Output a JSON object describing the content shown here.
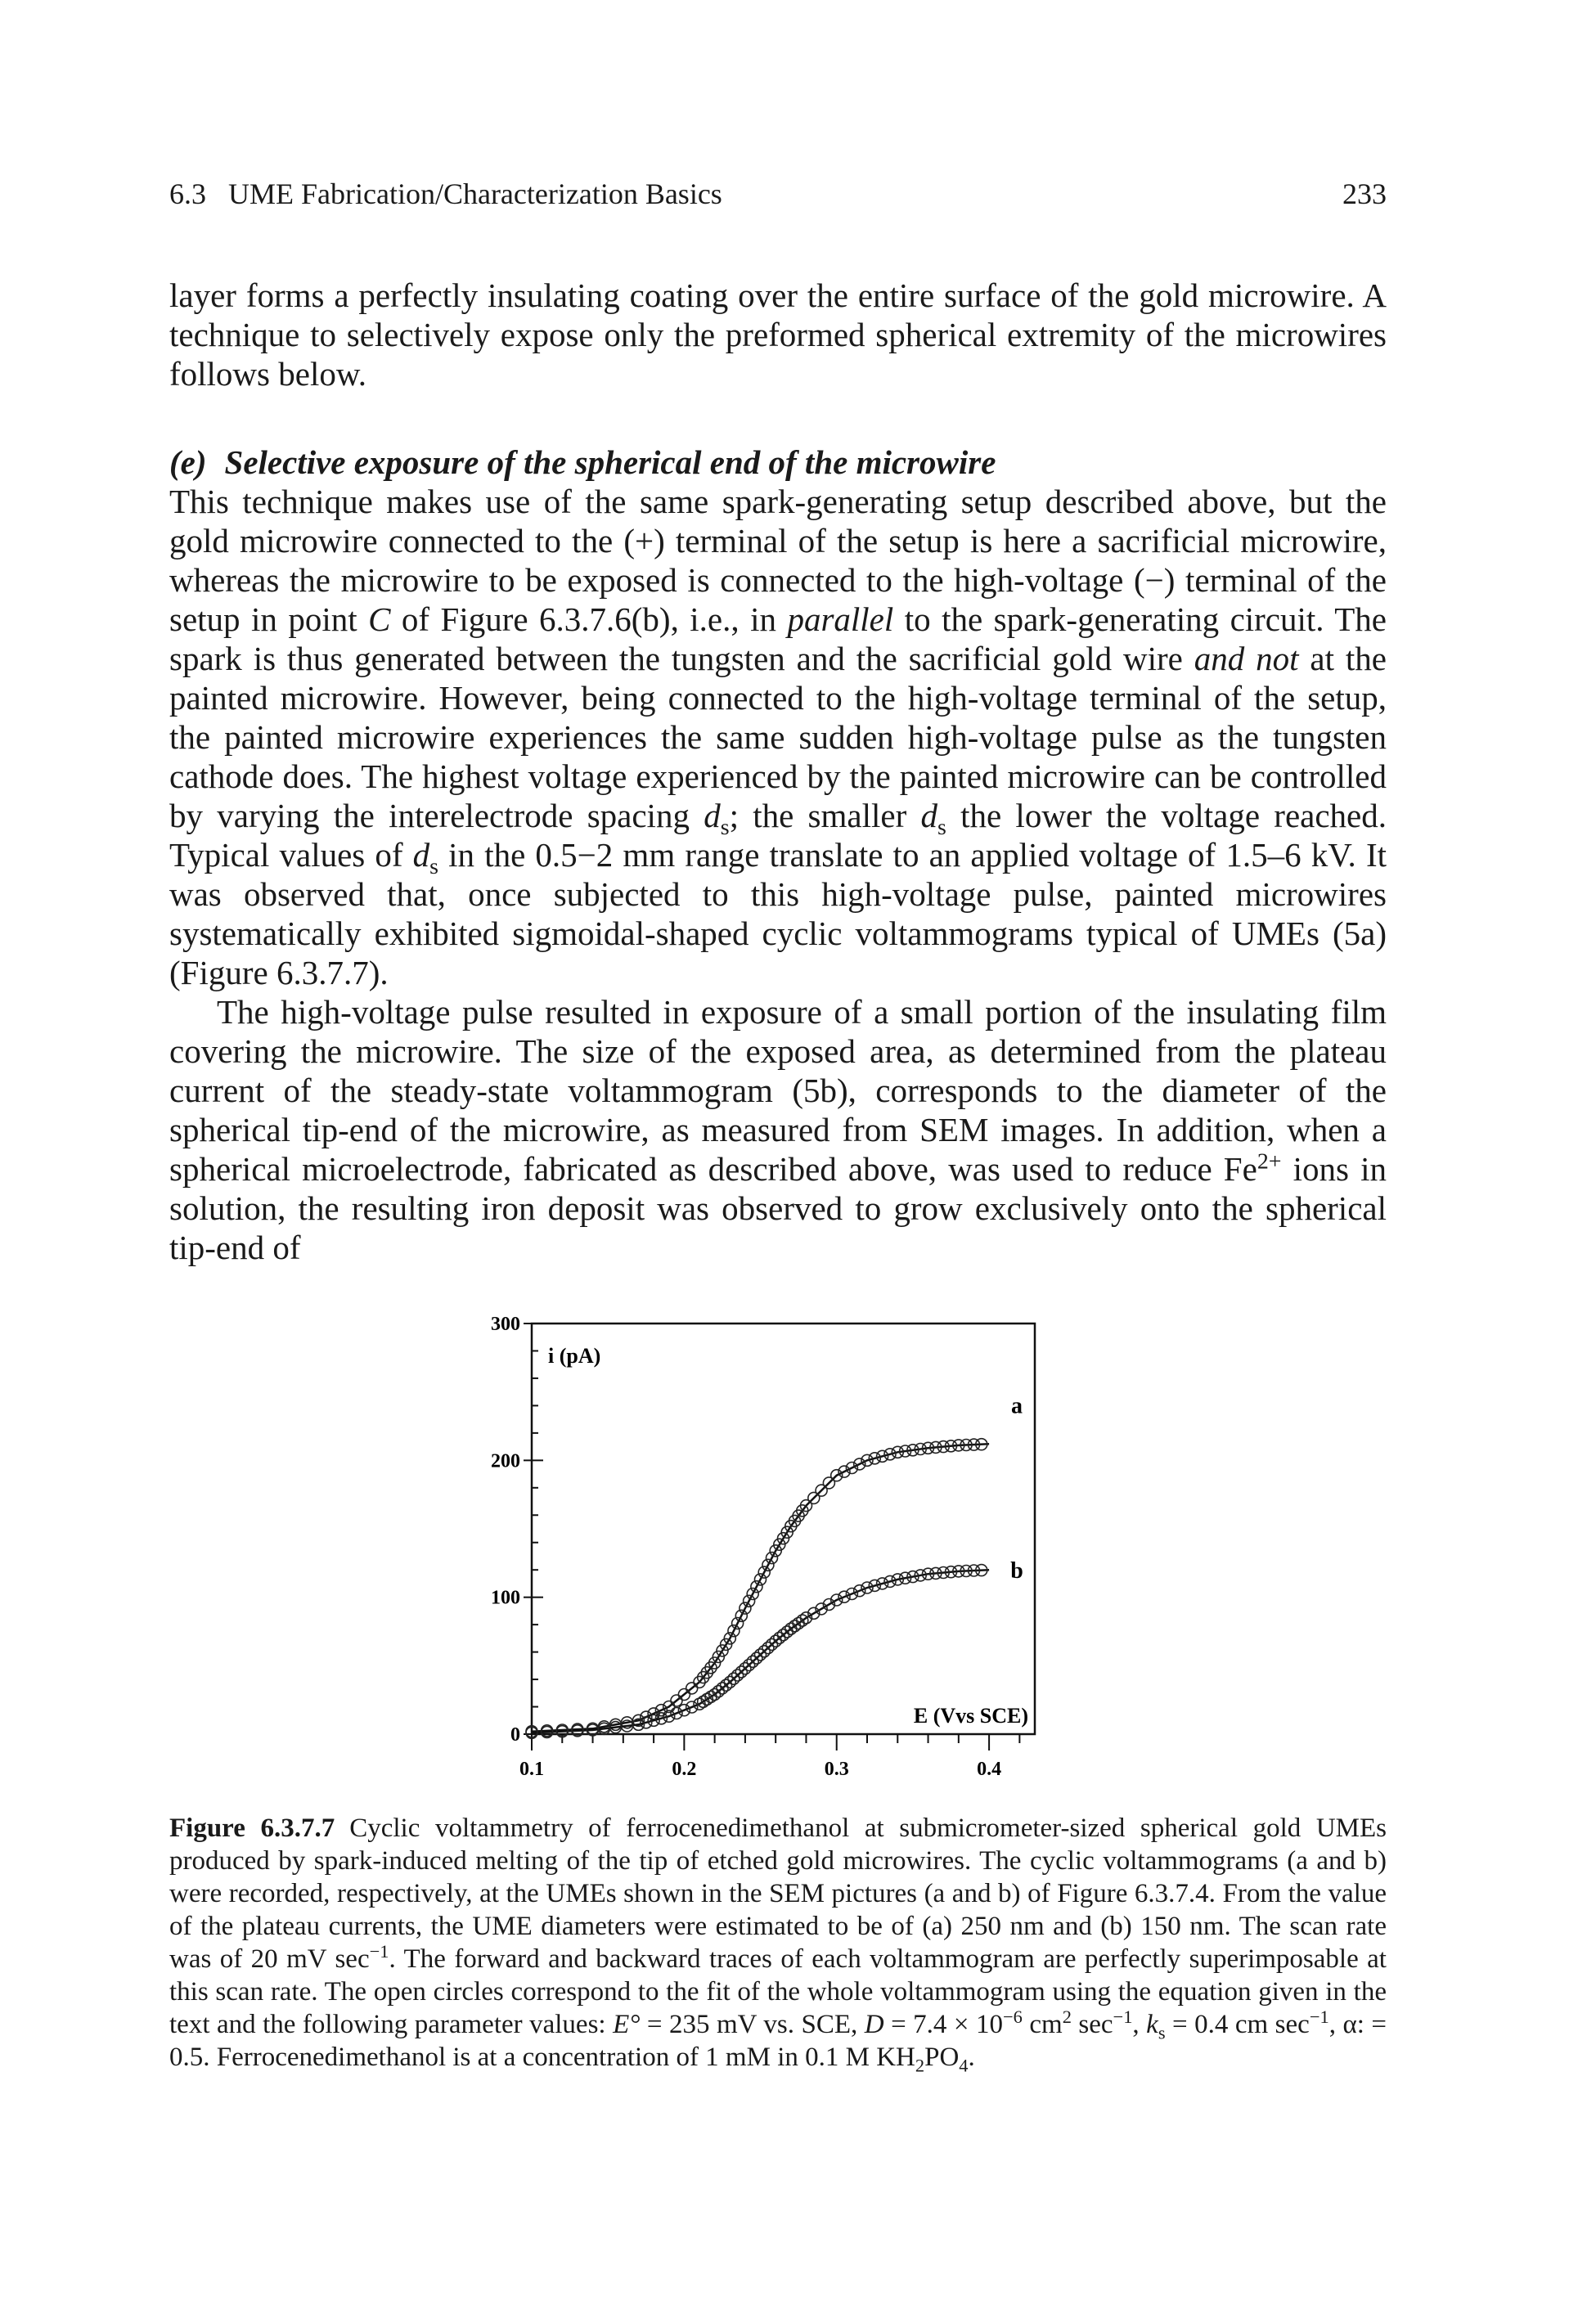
{
  "header": {
    "section": "6.3   UME Fabrication/Characterization Basics",
    "page_number": "233"
  },
  "paragraphs": {
    "p1": "layer forms a perfectly insulating coating over the entire surface of the gold microwire. A technique to selectively expose only the preformed spherical extremity of the microwires follows below.",
    "heading_label": "(e)",
    "heading_text": "Selective exposure of the spherical end of the microwire",
    "p2": {
      "a": "This technique makes use of the same spark-generating setup described above, but the gold microwire connected to the (+) terminal of the setup is here a sacrificial microwire, whereas the microwire to be exposed is connected to the high-voltage (−) terminal of the setup in point ",
      "C": "C",
      "b": " of Figure 6.3.7.6(b), i.e., in ",
      "parallel": "parallel",
      "c": " to the spark-generating circuit. The spark is thus generated between the tungsten and the sacrificial gold wire ",
      "and_not": "and not",
      "d": " at the painted microwire. However, being connected to the high-voltage terminal of the setup, the painted microwire experiences the same sudden high-voltage pulse as the tungsten cathode does. The highest voltage experienced by the painted microwire can be controlled by varying the interelectrode spacing ",
      "ds1": "d",
      "ds1_sub": "s",
      "e": "; the smaller ",
      "ds2": "d",
      "ds2_sub": "s",
      "f": " the lower the voltage reached. Typical values of ",
      "ds3": "d",
      "ds3_sub": "s",
      "g": " in the 0.5−2 mm range translate to an applied voltage of 1.5–6 kV. It was observed that, once subjected to this high-voltage pulse, painted microwires systematically exhibited sigmoidal-shaped cyclic voltammograms typical of UMEs (5a) (Figure 6.3.7.7)."
    },
    "p3": {
      "a": "The high-voltage pulse resulted in exposure of a small portion of the insulating film covering the microwire. The size of the exposed area, as determined from the plateau current of the steady-state voltammogram (5b), corresponds to the diameter of the spherical tip-end of the microwire, as measured from SEM images. In addition, when a spherical microelectrode, fabricated as described above, was used to reduce Fe",
      "sup": "2+",
      "b": " ions in solution, the resulting iron deposit was observed to grow exclusively onto the spherical tip-end of"
    }
  },
  "figure": {
    "caption_label": "Figure 6.3.7.7",
    "caption": {
      "a": "Cyclic voltammetry of ferrocenedimethanol at submicrometer-sized spherical gold UMEs produced by spark-induced melting of the tip of etched gold microwires. The cyclic voltammograms (a and b) were recorded, respectively, at the UMEs shown in the SEM pictures (a and b) of Figure 6.3.7.4. From the value of the plateau currents, the UME diameters were estimated to be of (a) 250 nm and (b) 150 nm. The scan rate was of 20 mV sec",
      "sup1": "−1",
      "b": ". The forward and backward traces of each voltammogram are perfectly superimposable at this scan rate. The open circles correspond to the fit of the whole voltammogram using the equation given in the text and the following parameter values: ",
      "E0": "E°",
      "c": " = 235 mV vs. SCE, ",
      "D": "D",
      "d": " = 7.4 × 10",
      "sup2": "−6",
      "e": " cm",
      "sup3": "2",
      "f": " sec",
      "sup4": "−1",
      "g": ", ",
      "ks": "k",
      "ks_sub": "s",
      "h": " = 0.4 cm sec",
      "sup5": "−1",
      "i": ", α: = 0.5. Ferrocenedimethanol is at a concentration of 1 mM in 0.1 M KH",
      "sub1": "2",
      "j": "PO",
      "sub2": "4",
      "k": "."
    }
  },
  "chart_data": {
    "type": "line",
    "ylabel": "i (pA)",
    "xlabel": "E (V vs SCE)",
    "xlabel_display": "E (Vvs SCE)",
    "xlim": [
      0.1,
      0.43
    ],
    "ylim": [
      0,
      300
    ],
    "x_ticks": [
      "0.1",
      "0.2",
      "0.3",
      "0.4"
    ],
    "y_ticks": [
      "0",
      "100",
      "200",
      "300"
    ],
    "grid": false,
    "series": [
      {
        "name": "a",
        "x": [
          0.1,
          0.14,
          0.17,
          0.19,
          0.21,
          0.22,
          0.23,
          0.24,
          0.25,
          0.26,
          0.27,
          0.28,
          0.3,
          0.32,
          0.34,
          0.36,
          0.38,
          0.4
        ],
        "y": [
          2,
          4,
          10,
          20,
          38,
          52,
          70,
          92,
          113,
          134,
          152,
          167,
          189,
          200,
          206,
          209,
          211,
          212
        ]
      },
      {
        "name": "b",
        "x": [
          0.1,
          0.14,
          0.17,
          0.19,
          0.21,
          0.22,
          0.23,
          0.24,
          0.25,
          0.26,
          0.27,
          0.28,
          0.3,
          0.32,
          0.34,
          0.36,
          0.38,
          0.4
        ],
        "y": [
          1,
          3,
          7,
          13,
          22,
          29,
          38,
          48,
          58,
          68,
          77,
          85,
          98,
          107,
          113,
          117,
          119,
          120
        ]
      }
    ]
  }
}
